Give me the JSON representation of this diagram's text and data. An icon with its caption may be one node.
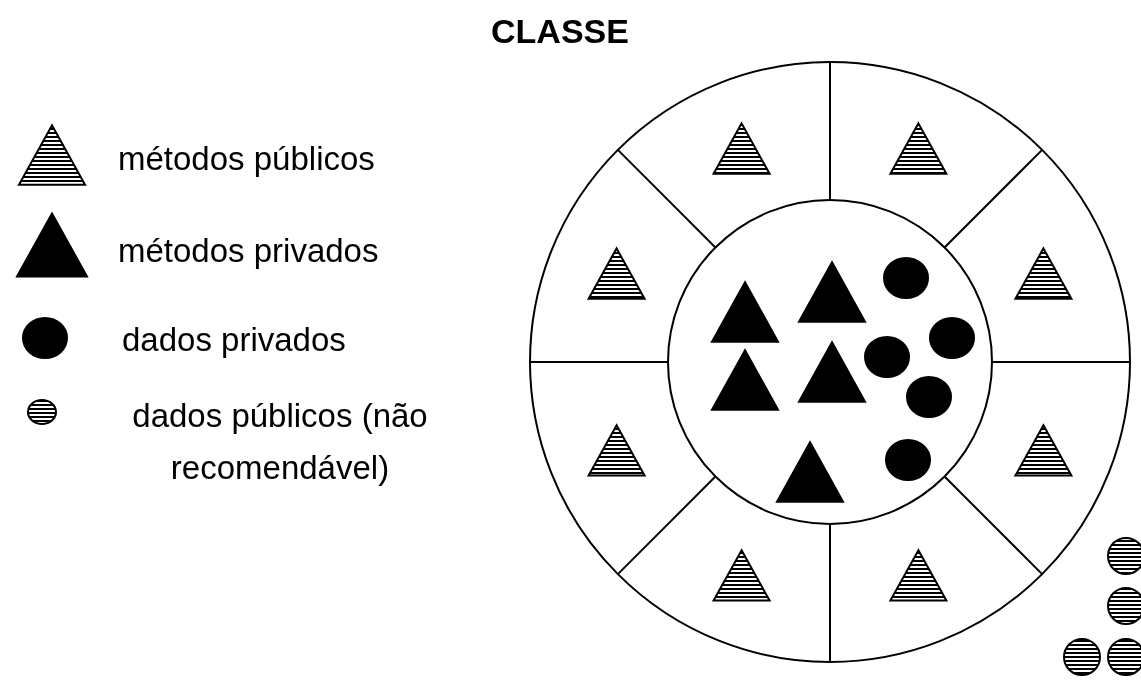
{
  "diagram": {
    "title": "CLASSE",
    "legend": [
      {
        "text": "métodos públicos"
      },
      {
        "text": "métodos privados"
      },
      {
        "text": "dados privados"
      },
      {
        "text": "dados públicos (não recomendável)"
      }
    ]
  }
}
